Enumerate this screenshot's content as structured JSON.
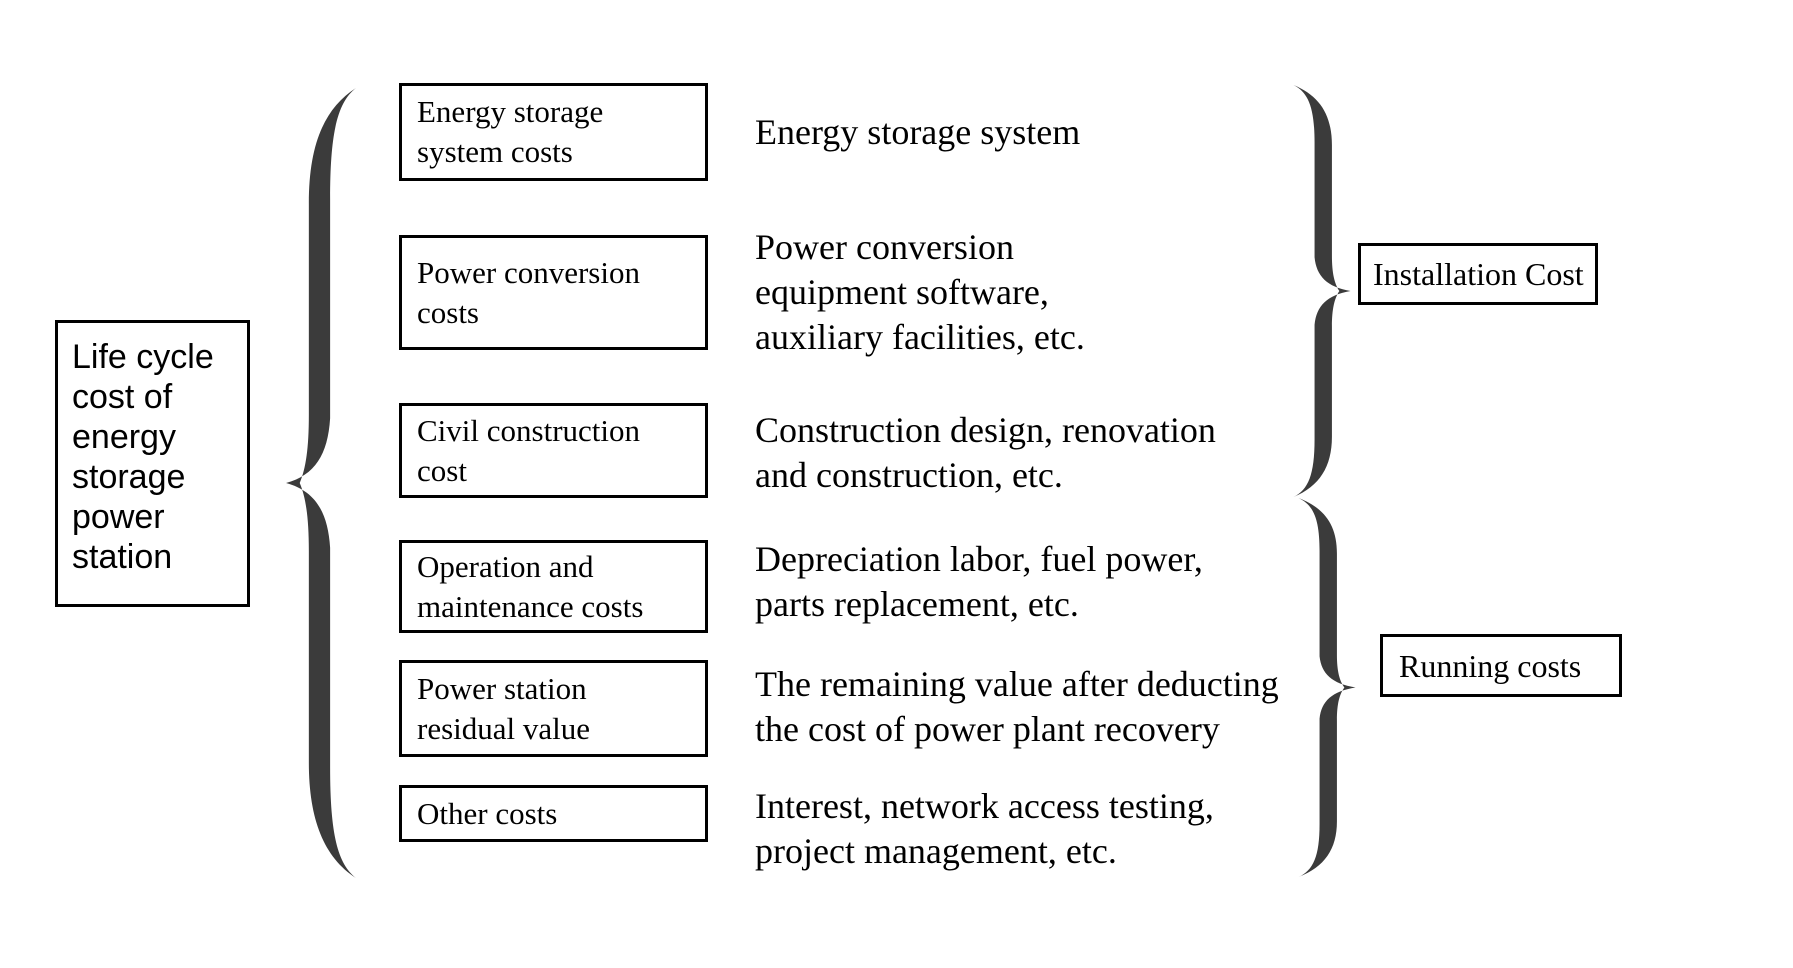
{
  "diagram": {
    "root": {
      "label": "Life cycle cost of energy storage power station"
    },
    "rows": [
      {
        "box": "Energy storage system costs",
        "desc_lines": [
          "Energy storage system"
        ]
      },
      {
        "box": "Power conversion costs",
        "desc_lines": [
          "Power conversion",
          "equipment software,",
          "auxiliary facilities, etc."
        ]
      },
      {
        "box": "Civil construction cost",
        "desc_lines": [
          "Construction design, renovation",
          "and construction, etc."
        ]
      },
      {
        "box": "Operation and maintenance costs",
        "desc_lines": [
          "Depreciation labor, fuel power,",
          "parts replacement, etc."
        ]
      },
      {
        "box": "Power station residual value",
        "desc_lines": [
          "The remaining value after deducting",
          "the cost of power plant recovery"
        ]
      },
      {
        "box": "Other costs",
        "desc_lines": [
          "Interest, network access testing,",
          "project management, etc."
        ]
      }
    ],
    "groups": [
      {
        "label": "Installation Cost"
      },
      {
        "label": "Running costs"
      }
    ],
    "colors": {
      "background": "#ffffff",
      "text": "#000000",
      "box_border": "#000000",
      "brace": "#3b3b3b"
    }
  }
}
